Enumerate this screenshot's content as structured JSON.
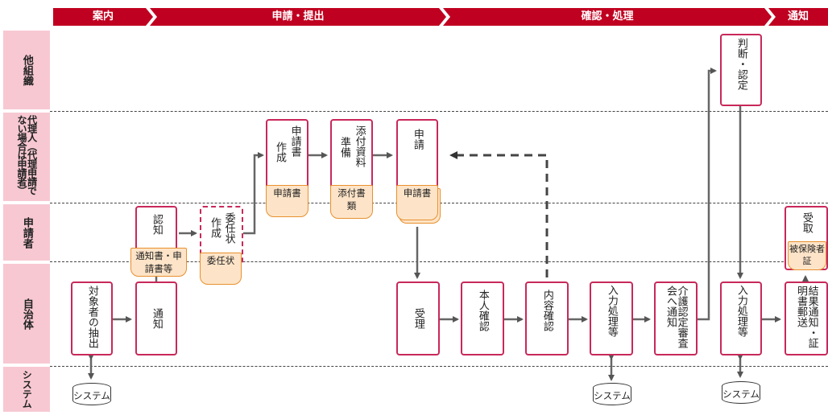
{
  "phases": [
    "案内",
    "申請・提出",
    "確認・処理",
    "通知"
  ],
  "lanes": [
    "他組織",
    "代理人（代理申請でない場合は申請者）",
    "申請者",
    "自治体",
    "システム"
  ],
  "boxes": {
    "extract": "対象者の抽出",
    "notify": "通知",
    "recognize": "認知",
    "create_proxy": "作成",
    "proxy_form": "委任状",
    "create_app": "作成",
    "app_doc_title": "申請書",
    "attach_prep": "準備",
    "attach_docs": "添付資料",
    "apply": "申請",
    "receive": "受理",
    "identity": "本人確認",
    "content": "内容確認",
    "input1": "入力処理等",
    "committee": "介護認定審査会へ通知",
    "judge": "判断・認定",
    "input2": "入力処理等",
    "result": "結果通知・証明書郵送",
    "pickup": "受取"
  },
  "docs": {
    "notice": "通知書・申請書等",
    "proxy": "委任状",
    "application1": "申請書",
    "attachments": "添付書類",
    "application2": "申請書",
    "insurance": "被保険者証"
  },
  "system_label": "システム"
}
